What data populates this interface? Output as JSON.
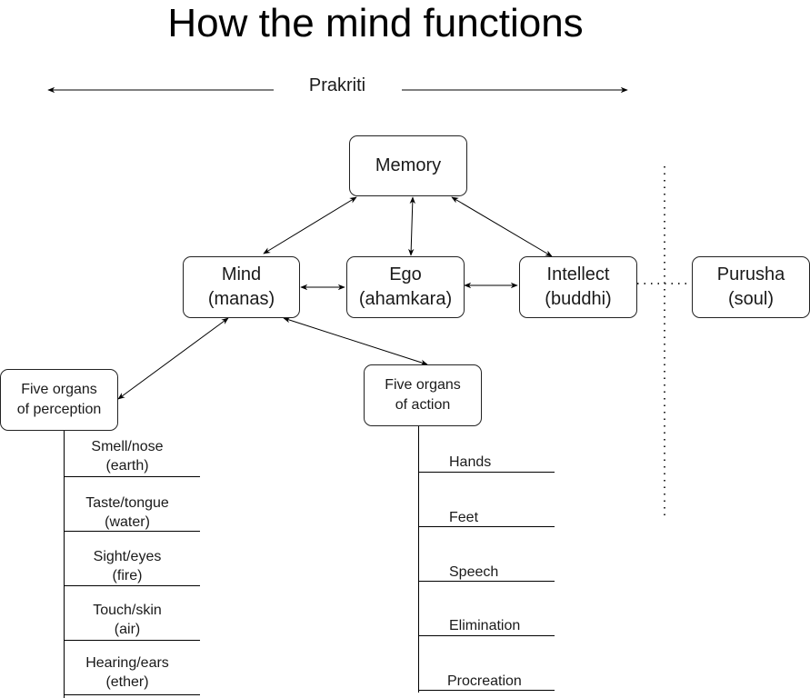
{
  "title": "How the mind functions",
  "prakriti_label": "Prakriti",
  "nodes": {
    "memory": "Memory",
    "mind": "Mind\n(manas)",
    "ego": "Ego\n(ahamkara)",
    "intellect": "Intellect\n(buddhi)",
    "purusha": "Purusha\n(soul)",
    "perception": "Five organs\nof perception",
    "action": "Five organs\nof action"
  },
  "perception_items": [
    "Smell/nose\n(earth)",
    "Taste/tongue\n(water)",
    "Sight/eyes\n(fire)",
    "Touch/skin\n(air)",
    "Hearing/ears\n(ether)"
  ],
  "action_items": [
    "Hands",
    "Feet",
    "Speech",
    "Elimination",
    "Procreation"
  ]
}
